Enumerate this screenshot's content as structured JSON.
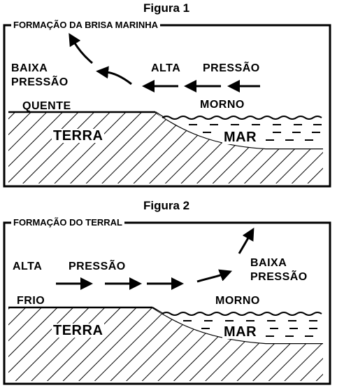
{
  "figure1": {
    "heading": "Figura 1",
    "box_title": "FORMAÇÃO DA BRISA MARINHA",
    "low_pressure_line1": "BAIXA",
    "low_pressure_line2": "PRESSÃO",
    "high_label": "ALTA",
    "pressure_label": "PRESSÃO",
    "land_temp": "QUENTE",
    "sea_temp": "MORNO",
    "land": "TERRA",
    "sea": "MAR"
  },
  "figure2": {
    "heading": "Figura 2",
    "box_title": "FORMAÇÃO DO  TERRAL",
    "high_label": "ALTA",
    "pressure_label": "PRESSÃO",
    "low_pressure_line1": "BAIXA",
    "low_pressure_line2": "PRESSÃO",
    "land_temp": "FRIO",
    "sea_temp": "MORNO",
    "land": "TERRA",
    "sea": "MAR"
  }
}
